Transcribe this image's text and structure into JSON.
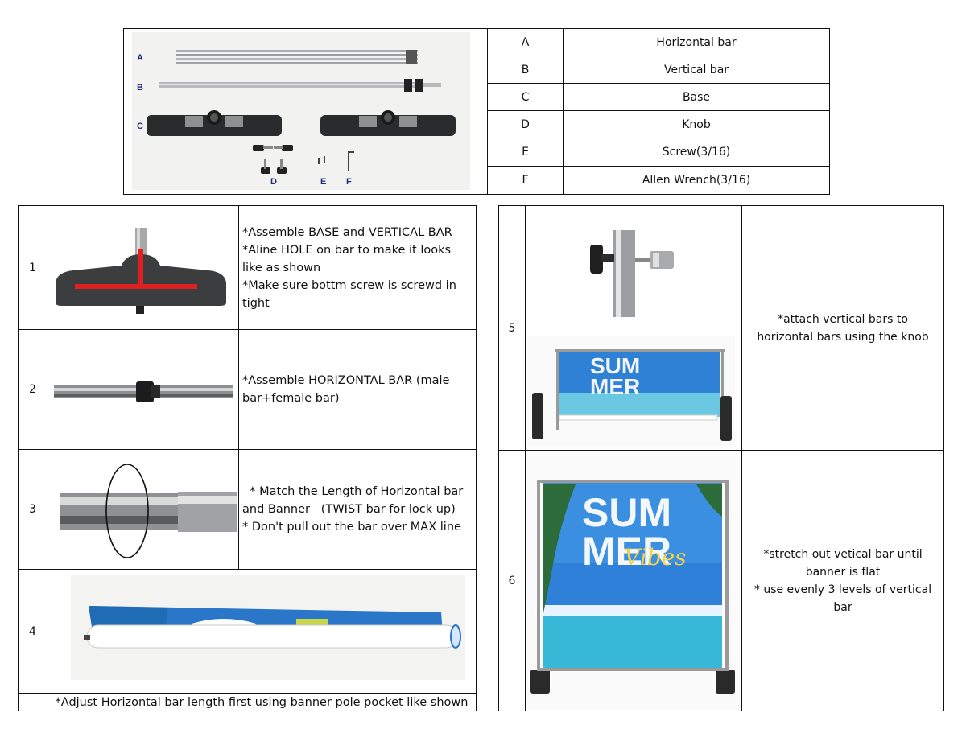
{
  "parts_table": {
    "rows": [
      {
        "letter": "A",
        "name": "Horizontal bar"
      },
      {
        "letter": "B",
        "name": "Vertical bar"
      },
      {
        "letter": "C",
        "name": "Base"
      },
      {
        "letter": "D",
        "name": "Knob"
      },
      {
        "letter": "E",
        "name": "Screw(3/16)"
      },
      {
        "letter": "F",
        "name": "Allen Wrench(3/16)"
      }
    ],
    "photo_labels": {
      "a": "A",
      "b": "B",
      "c": "C",
      "d": "D",
      "e": "E",
      "f": "F"
    }
  },
  "left_steps": [
    {
      "num": "1",
      "text": "*Assemble BASE and VERTICAL BAR\n*Aline HOLE on bar to make it looks like as shown\n*Make sure bottm screw is screwd in tight"
    },
    {
      "num": "2",
      "text": "*Assemble HORIZONTAL BAR (male bar+female bar)"
    },
    {
      "num": "3",
      "text": "  * Match the Length of Horizontal bar and Banner   (TWIST bar for lock up)\n* Don't pull out the bar over MAX line"
    },
    {
      "num": "4",
      "caption": "*Adjust Horizontal bar length first using banner pole pocket like shown"
    }
  ],
  "right_steps": [
    {
      "num": "5",
      "text": "*attach vertical bars to horizontal bars using the knob"
    },
    {
      "num": "6",
      "text": "*stretch out vetical bar until banner is flat\n* use evenly 3 levels of vertical bar"
    }
  ],
  "banner": {
    "line1": "SUM",
    "line2": "MER",
    "script": "Vibes"
  },
  "colors": {
    "border": "#111111",
    "banner_blue": "#2d7fd6",
    "sea": "#3fb6d8",
    "marker_red": "#e02020",
    "parts_label": "#1f2a7a"
  }
}
